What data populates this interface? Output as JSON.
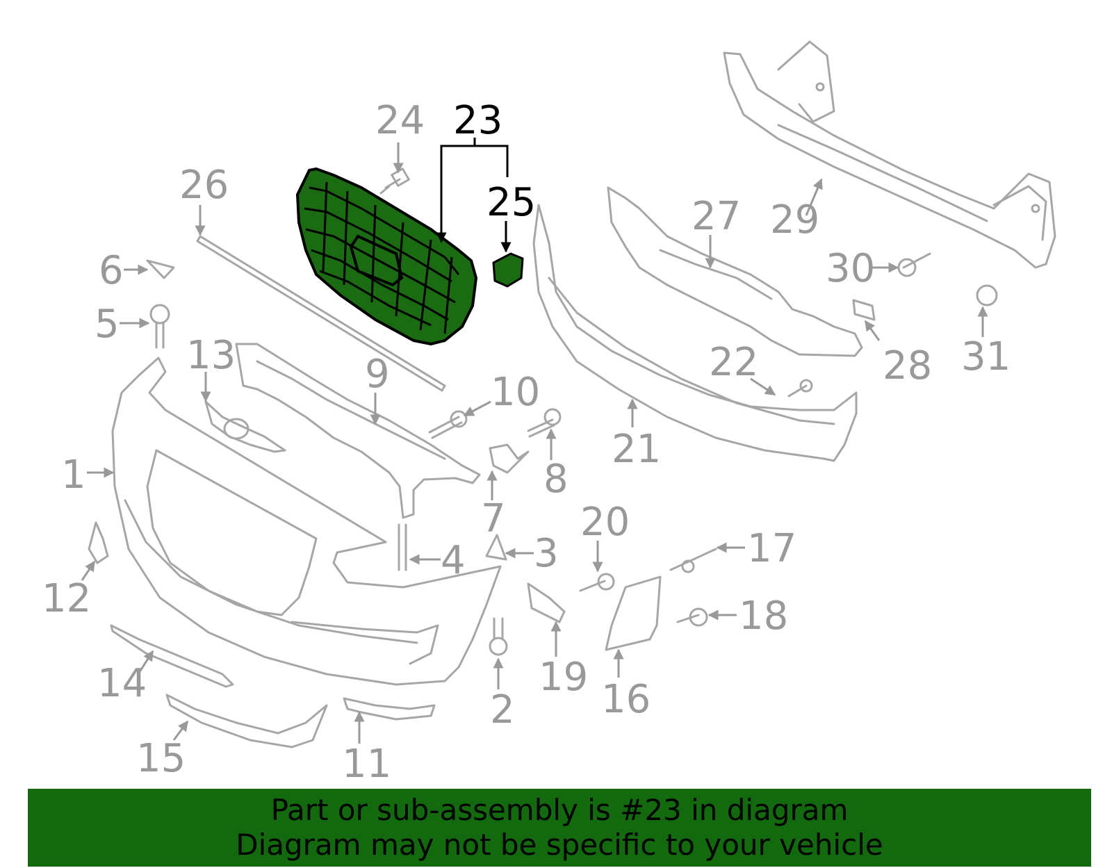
{
  "highlight_color": "#1a6b12",
  "banner_color": "#136a0e",
  "callouts": {
    "c1": "1",
    "c2": "2",
    "c3": "3",
    "c4": "4",
    "c5": "5",
    "c6": "6",
    "c7": "7",
    "c8": "8",
    "c9": "9",
    "c10": "10",
    "c11": "11",
    "c12": "12",
    "c13": "13",
    "c14": "14",
    "c15": "15",
    "c16": "16",
    "c17": "17",
    "c18": "18",
    "c19": "19",
    "c20": "20",
    "c21": "21",
    "c22": "22",
    "c23": "23",
    "c24": "24",
    "c25": "25",
    "c26": "26",
    "c27": "27",
    "c28": "28",
    "c29": "29",
    "c30": "30",
    "c31": "31"
  },
  "banner": {
    "line1": "Part or sub-assembly is #23 in diagram",
    "line2": "Diagram may not be specific to your vehicle"
  }
}
